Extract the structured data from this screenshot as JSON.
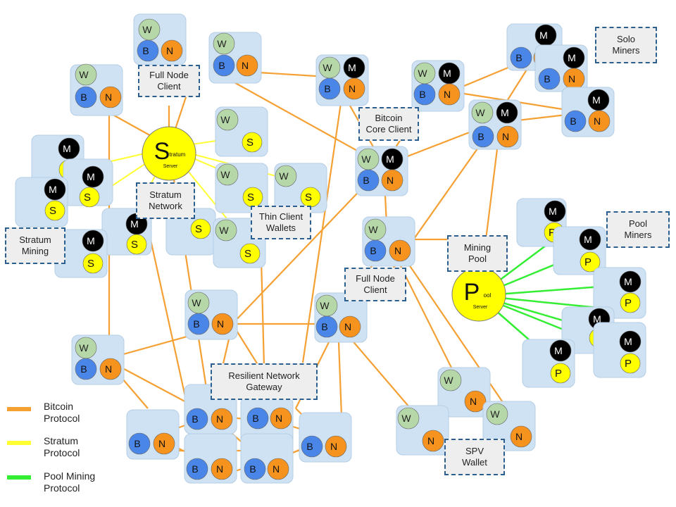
{
  "colors": {
    "bitcoin": "#f5a033",
    "stratum": "#ffff33",
    "pool": "#33ee33",
    "card": "#cfe2f3",
    "wallet": "#b6d7a8",
    "blockchain": "#4a86e8",
    "network": "#f6921e",
    "miner": "#000000",
    "server": "#ffff00"
  },
  "node_letters": {
    "wallet": "W",
    "blockchain": "B",
    "network": "N",
    "miner": "M",
    "stratum": "S",
    "pool": "P"
  },
  "labels": {
    "full_node_client_1": "Full Node\nClient",
    "solo_miners": "Solo\nMiners",
    "bitcoin_core_client": "Bitcoin\nCore Client",
    "stratum_network": "Stratum\nNetwork",
    "thin_client_wallets": "Thin Client\nWallets",
    "stratum_mining": "Stratum\nMining",
    "pool_miners": "Pool\nMiners",
    "mining_pool": "Mining\nPool",
    "full_node_client_2": "Full Node\nClient",
    "resilient_network_gateway": "Resilient Network\nGateway",
    "spv_wallet": "SPV\nWallet"
  },
  "servers": {
    "stratum": {
      "letter": "S",
      "sub": "tratum",
      "caption": "Server"
    },
    "pool": {
      "letter": "P",
      "sub": "ool",
      "caption": "Server"
    }
  },
  "legend": [
    {
      "label": "Bitcoin\nProtocol",
      "color": "#f5a033"
    },
    {
      "label": "Stratum\nProtocol",
      "color": "#ffff33"
    },
    {
      "label": "Pool Mining\nProtocol",
      "color": "#33ee33"
    }
  ]
}
